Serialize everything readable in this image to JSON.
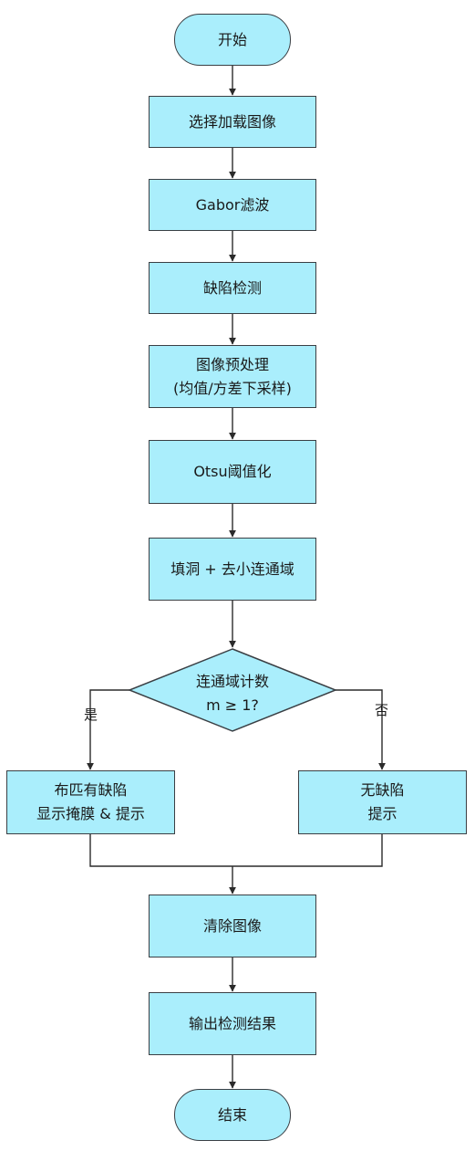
{
  "colors": {
    "node_fill": "#aaeefc",
    "stroke": "#2b2b2b"
  },
  "flowchart": {
    "start": "开始",
    "load_image": "选择加载图像",
    "gabor": "Gabor滤波",
    "defect_detect": "缺陷检测",
    "preprocess": {
      "line1": "图像预处理",
      "line2": "(均值/方差下采样)"
    },
    "otsu": "Otsu阈值化",
    "fill": "填洞 + 去小连通域",
    "decision": {
      "line1": "连通域计数",
      "line2": "m ≥ 1?"
    },
    "yes_label": "是",
    "no_label": "否",
    "defect_branch": {
      "line1": "布匹有缺陷",
      "line2": "显示掩膜 & 提示"
    },
    "no_defect_branch": {
      "line1": "无缺陷",
      "line2": "提示"
    },
    "clear": "清除图像",
    "output": "输出检测结果",
    "end": "结束"
  }
}
